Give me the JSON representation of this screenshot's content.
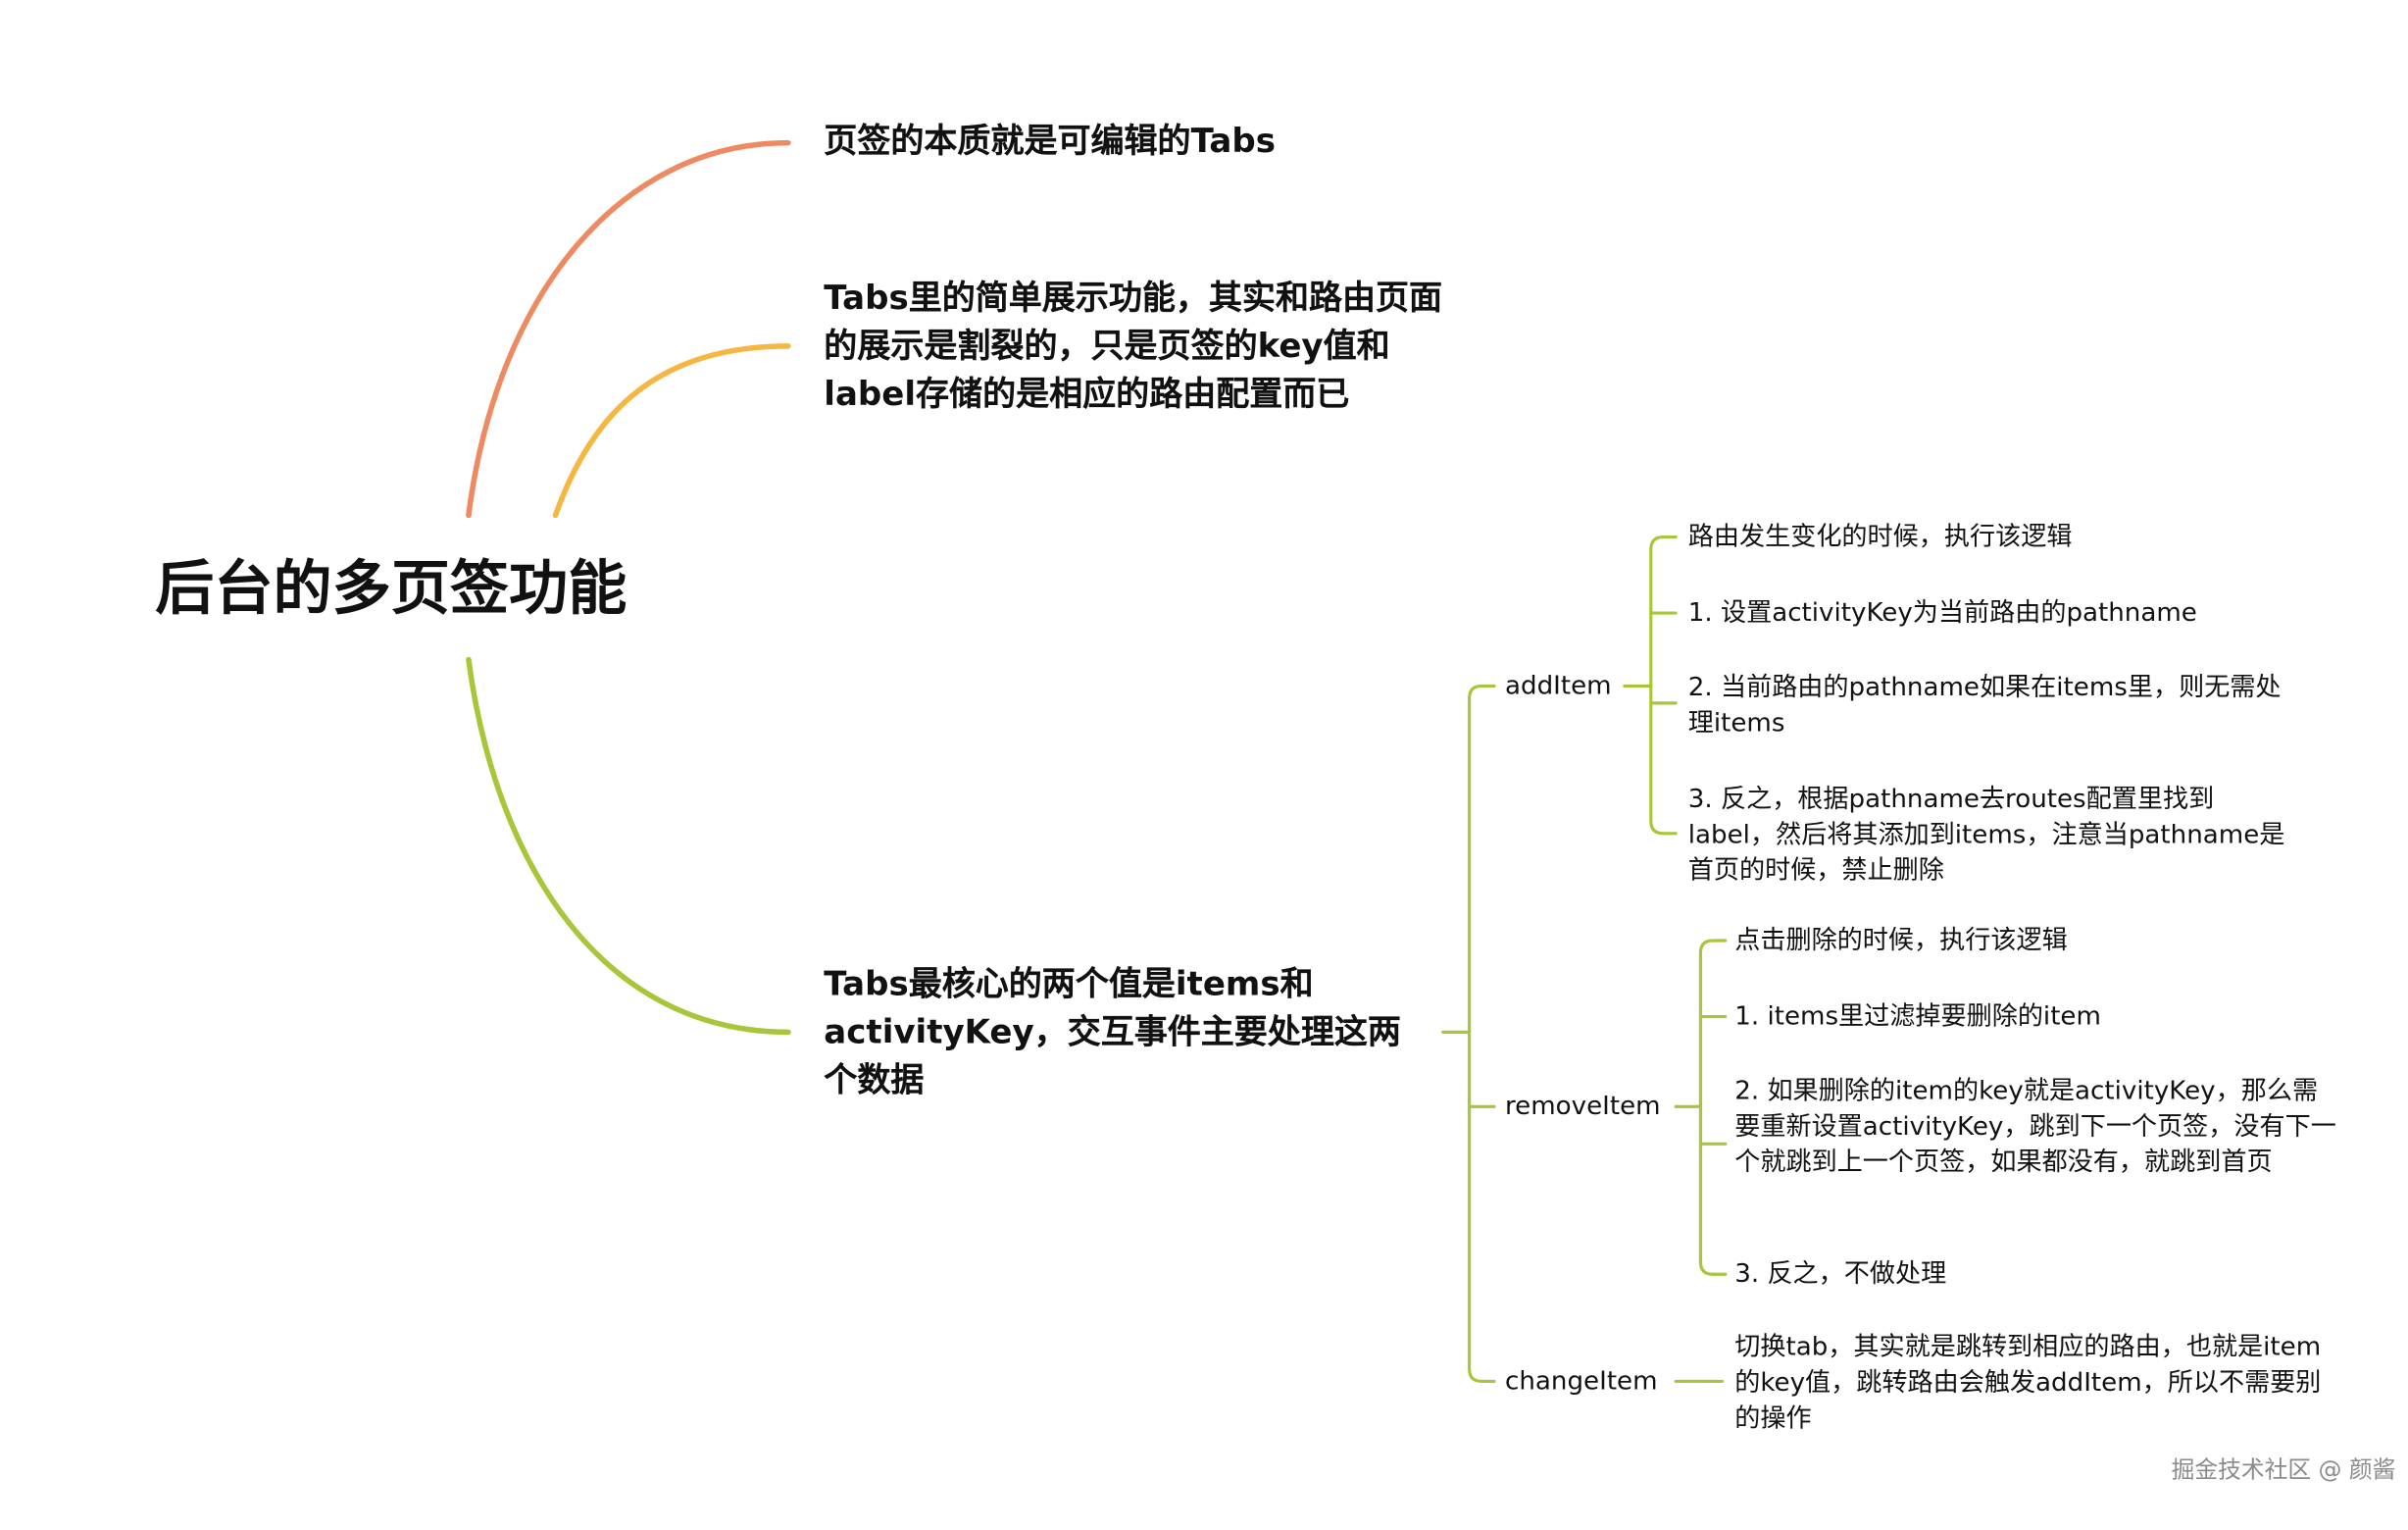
{
  "colors": {
    "branch_1": "#ee8a62",
    "branch_2": "#f5b642",
    "branch_3": "#a8c63a",
    "text": "#111111",
    "watermark": "#8a8a8a"
  },
  "root": {
    "label": "后台的多页签功能"
  },
  "branches": [
    {
      "label": "页签的本质就是可编辑的Tabs"
    },
    {
      "label": "Tabs里的简单展示功能，其实和路由页面的展示是割裂的，只是页签的key值和label存储的是相应的路由配置而已"
    },
    {
      "label": "Tabs最核心的两个值是items和activityKey，交互事件主要处理这两个数据",
      "children": [
        {
          "label": "addItem",
          "children": [
            "路由发生变化的时候，执行该逻辑",
            "1. 设置activityKey为当前路由的pathname",
            "2. 当前路由的pathname如果在items里，则无需处理items",
            "3. 反之，根据pathname去routes配置里找到label，然后将其添加到items，注意当pathname是首页的时候，禁止删除"
          ]
        },
        {
          "label": "removeItem",
          "children": [
            "点击删除的时候，执行该逻辑",
            "1. items里过滤掉要删除的item",
            "2. 如果删除的item的key就是activityKey，那么需要重新设置activityKey，跳到下一个页签，没有下一个就跳到上一个页签，如果都没有，就跳到首页",
            "3. 反之，不做处理"
          ]
        },
        {
          "label": "changeItem",
          "children": [
            "切换tab，其实就是跳转到相应的路由，也就是item的key值，跳转路由会触发addItem，所以不需要别的操作"
          ]
        }
      ]
    }
  ],
  "watermark": "掘金技术社区 @ 颜酱"
}
